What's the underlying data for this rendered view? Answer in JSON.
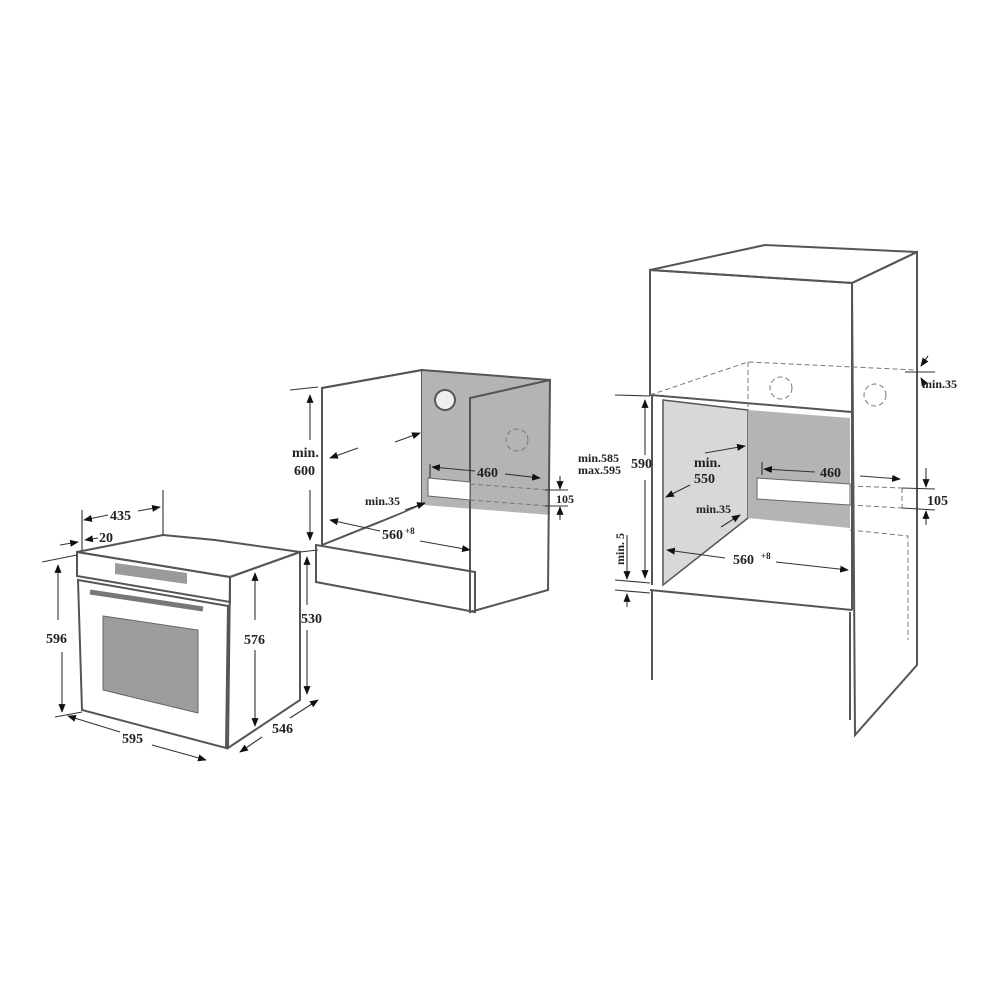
{
  "oven": {
    "depth_total": "435",
    "front_depth": "20",
    "height": "596",
    "width": "595",
    "body_height": "576",
    "side_height": "530",
    "body_depth": "546"
  },
  "under_counter": {
    "min_height_label": "min.",
    "min_height_value": "600",
    "vent_width": "460",
    "vent_height": "105",
    "min_gap": "min.35",
    "width": "560",
    "width_tolerance": "+8"
  },
  "column": {
    "min_gap_top": "min.35",
    "height_range_min": "min.585",
    "height_range_max": "max.595",
    "height": "590",
    "depth_label": "min.",
    "depth_value": "550",
    "vent_width": "460",
    "vent_height": "105",
    "min_gap": "min.35",
    "min_bottom": "min. 5",
    "width": "560",
    "width_tolerance": "+8"
  },
  "colors": {
    "panel_dark": "#a9a9a9",
    "panel_light": "#d8d8d8",
    "stroke": "#555555"
  }
}
